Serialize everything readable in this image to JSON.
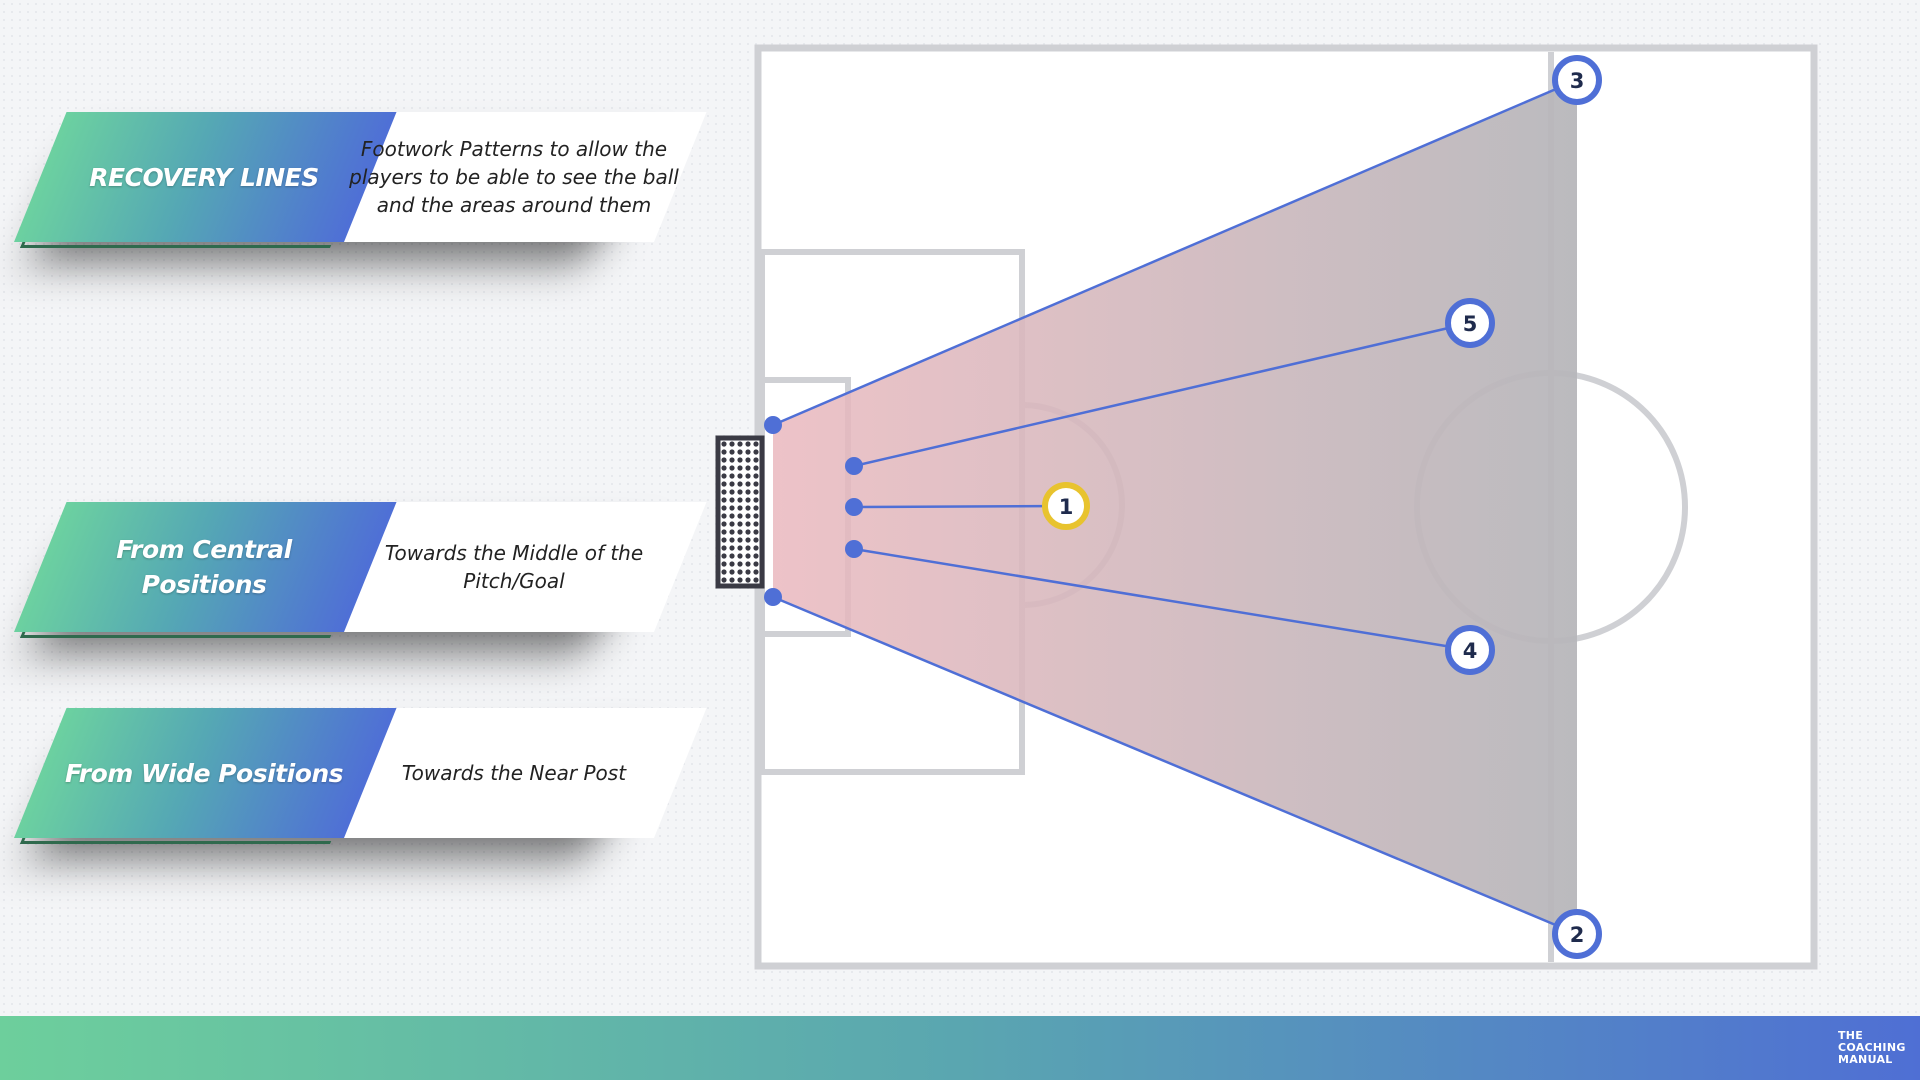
{
  "panels": [
    {
      "title": "RECOVERY LINES",
      "desc": "Footwork Patterns to allow the players to be able to see the ball and the areas around them"
    },
    {
      "title": "From Central Positions",
      "desc": "Towards the Middle of the Pitch/Goal"
    },
    {
      "title": "From Wide Positions",
      "desc": "Towards the Near Post"
    }
  ],
  "players": {
    "p1": "1",
    "p2": "2",
    "p3": "3",
    "p4": "4",
    "p5": "5"
  },
  "logo": {
    "line1": "THE",
    "line2": "COACHING",
    "line3": "MANUAL"
  },
  "colors": {
    "accent_blue": "#4f6fd6",
    "accent_green": "#6cd1a0",
    "goalkeeper_yellow": "#e8c32e",
    "pitch_lines": "#cfd0d4",
    "zone_pink": "#e9b9be",
    "zone_grey": "#b9b9bd"
  }
}
